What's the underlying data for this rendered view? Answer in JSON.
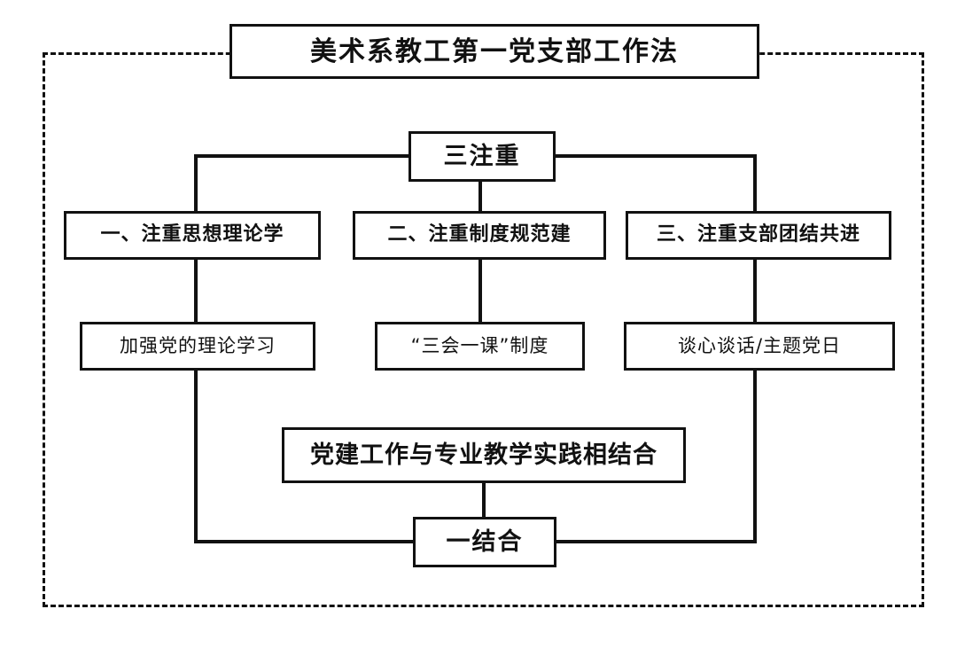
{
  "diagram": {
    "type": "org-flow-chart",
    "language": "zh-CN",
    "frame": {
      "style": "dashed",
      "color": "#111111"
    },
    "title": "美术系教工第一党支部工作法",
    "nodes": {
      "root": "三注重",
      "branches": [
        "一、注重思想理论学",
        "二、注重制度规范建",
        "三、注重支部团结共进"
      ],
      "leaves": [
        "加强党的理论学习",
        "“三会一课”制度",
        "谈心谈话/主题党日"
      ],
      "combine_detail": "党建工作与专业教学实践相结合",
      "combine": "一结合"
    }
  }
}
